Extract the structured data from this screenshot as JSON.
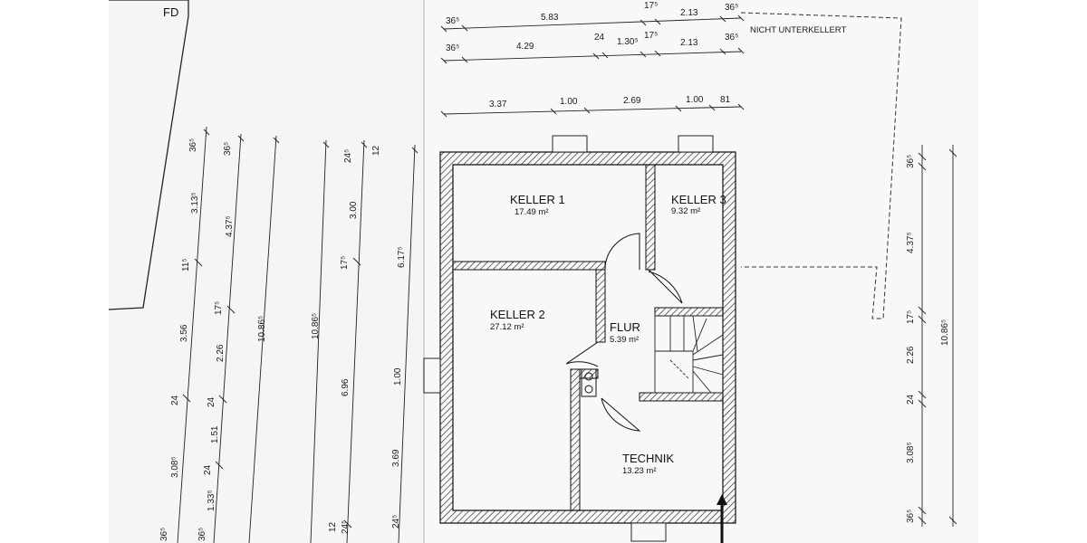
{
  "labels": {
    "fd": "FD",
    "nicht_unterkellert": "NICHT UNTERKELLERT"
  },
  "rooms": {
    "keller1": {
      "name": "KELLER 1",
      "area": "17.49 m²"
    },
    "keller2": {
      "name": "KELLER 2",
      "area": "27.12 m²"
    },
    "keller3": {
      "name": "KELLER 3",
      "area": "9.32 m²"
    },
    "flur": {
      "name": "FLUR",
      "area": "5.39 m²"
    },
    "technik": {
      "name": "TECHNIK",
      "area": "13.23 m²"
    }
  },
  "dims_top": {
    "row1": [
      "36⁵",
      "5.83",
      "17⁵",
      "2.13",
      "36⁵"
    ],
    "row2": [
      "36⁵",
      "4.29",
      "24",
      "1.30⁵",
      "17⁵",
      "2.13",
      "36⁵"
    ],
    "row3": [
      "3.37",
      "1.00",
      "2.69",
      "1.00",
      "81"
    ]
  },
  "dims_left": {
    "chain1": [
      "36⁵",
      "3.13⁵",
      "11⁵",
      "3.56",
      "24",
      "3.08⁵",
      "36⁵"
    ],
    "chain2": [
      "36⁵",
      "4.37⁵",
      "17⁵",
      "2.26",
      "24",
      "1.51",
      "24",
      "1.33⁵",
      "36⁵"
    ],
    "total1": "10.86⁵",
    "total2": "10.86⁵",
    "chain3": [
      "24⁵",
      "3.00",
      "17⁵",
      "6.96",
      "12",
      "24⁵"
    ],
    "chain4": [
      "12",
      "6.17⁵",
      "1.00",
      "3.69",
      "24⁵"
    ]
  },
  "dims_right": {
    "chain": [
      "36⁵",
      "4.37⁵",
      "17⁵",
      "2.26",
      "24",
      "3.08⁵",
      "36⁵"
    ],
    "total": "10.86⁵"
  }
}
